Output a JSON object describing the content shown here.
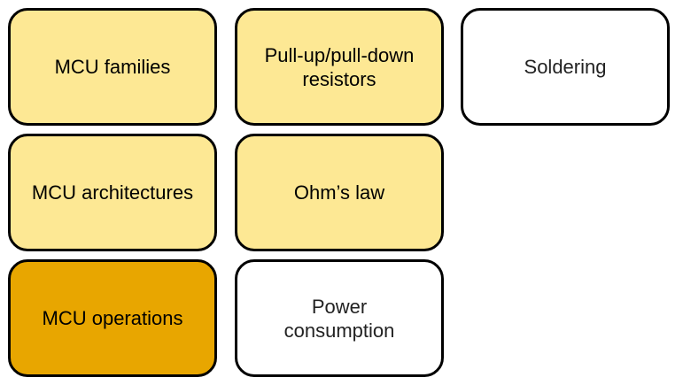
{
  "colors": {
    "light_fill": "#fde894",
    "dark_fill": "#e8a600",
    "plain_fill": "#ffffff",
    "border": "#000000"
  },
  "tiles": [
    {
      "label": "MCU families",
      "fill": "light"
    },
    {
      "label": "Pull-up/pull-down\nresistors",
      "fill": "light"
    },
    {
      "label": "Soldering",
      "fill": "plain"
    },
    {
      "label": "MCU architectures",
      "fill": "light"
    },
    {
      "label": "Ohm’s law",
      "fill": "light"
    },
    {
      "label": "MCU operations",
      "fill": "dark"
    },
    {
      "label": "Power\nconsumption",
      "fill": "plain"
    }
  ]
}
